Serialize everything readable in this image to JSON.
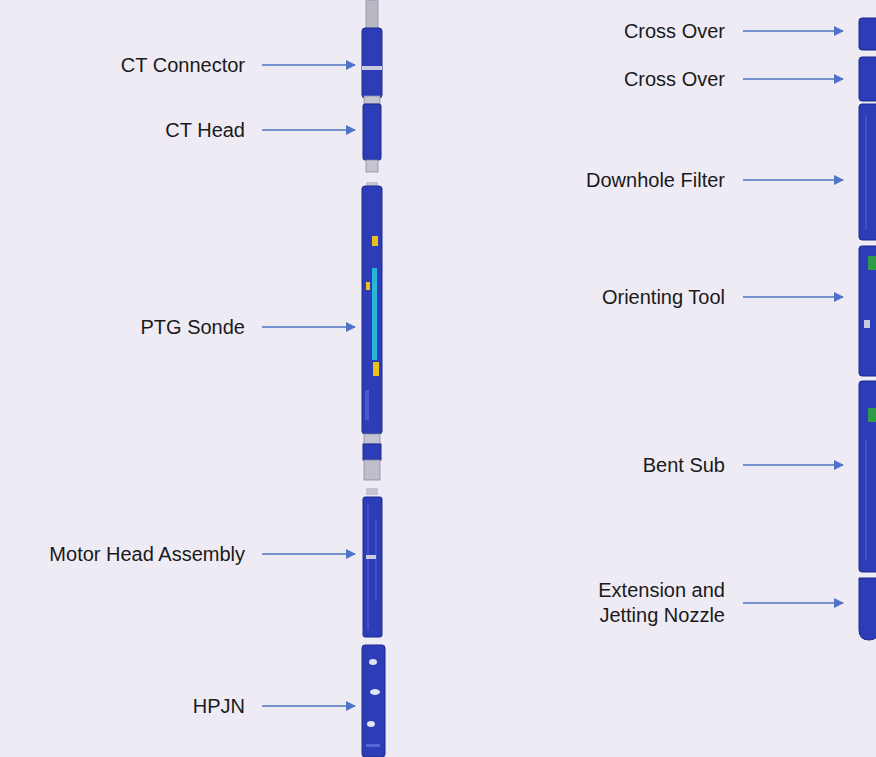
{
  "diagram": {
    "labels": [
      "CT Connector",
      "CT Head",
      "PTG Sonde",
      "Motor Head Assembly",
      "HPJN",
      "Cross Over",
      "Cross Over",
      "Downhole Filter",
      "Orienting Tool",
      "Bent Sub",
      "Extension and Jetting Nozzle"
    ]
  }
}
